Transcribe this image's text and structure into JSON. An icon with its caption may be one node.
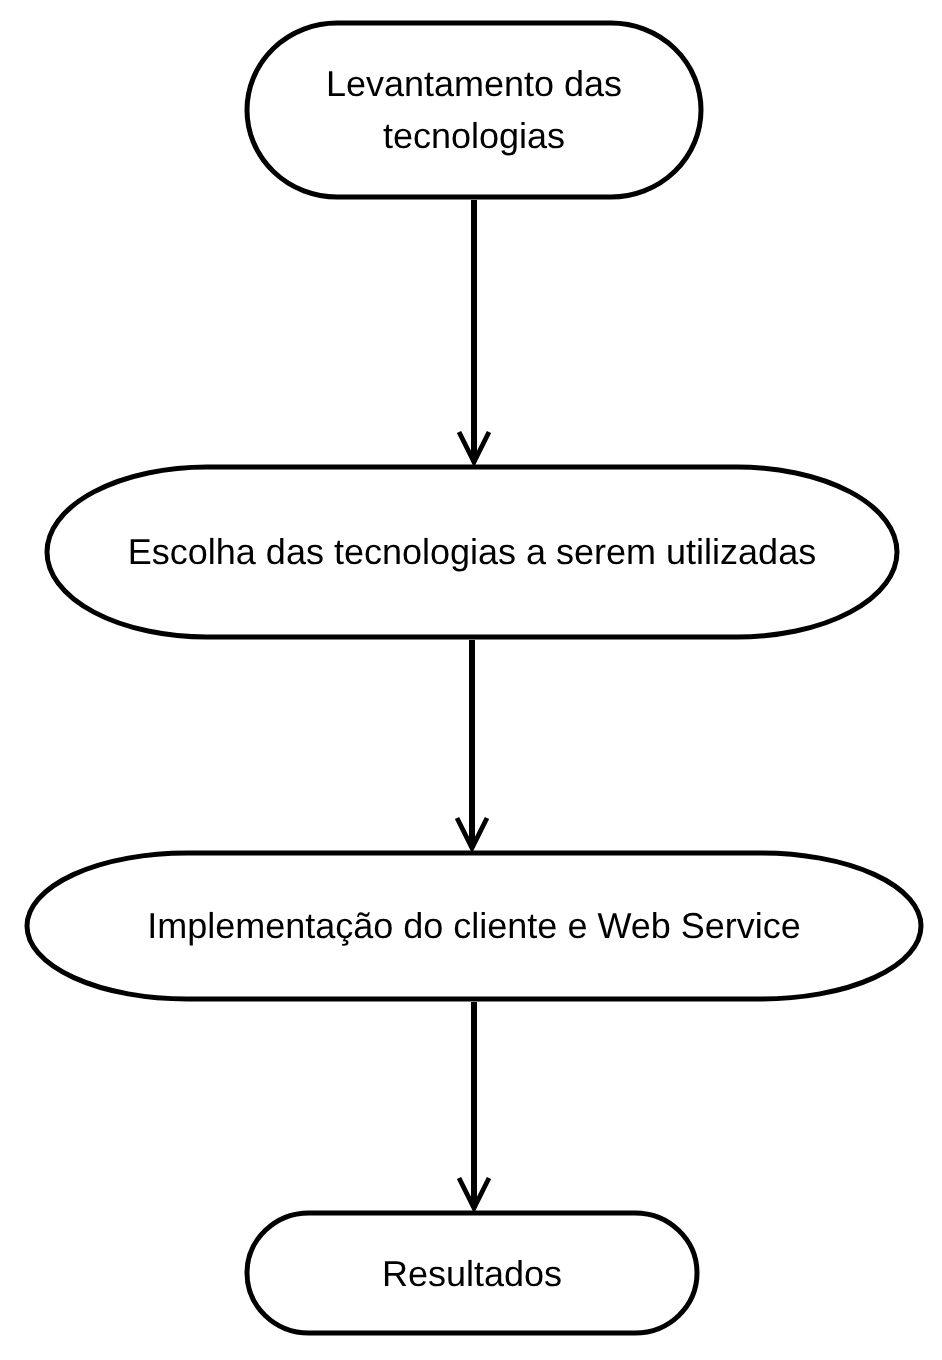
{
  "diagram": {
    "nodes": [
      {
        "text": [
          "Levantamento das tecnologias"
        ]
      },
      {
        "text": [
          "Escolha das tecnologias a serem utilizadas"
        ]
      },
      {
        "text": [
          "Implementação do cliente e Web Service"
        ]
      },
      {
        "text": [
          "Resultados"
        ]
      }
    ],
    "edges": [
      {
        "from": 0,
        "to": 1,
        "arrow": "to"
      },
      {
        "from": 1,
        "to": 2,
        "arrow": "to"
      },
      {
        "from": 2,
        "to": 3,
        "arrow": "to"
      }
    ]
  }
}
